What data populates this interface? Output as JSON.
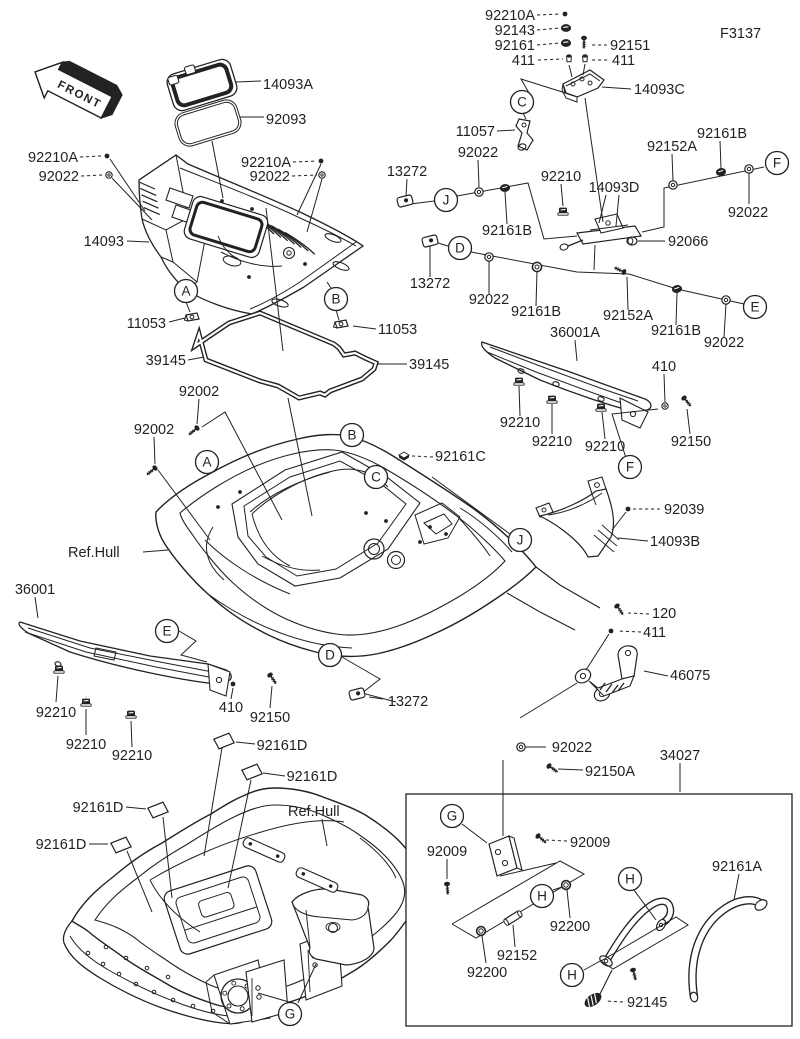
{
  "figure": {
    "code": "F3137",
    "front_label": "FRONT"
  },
  "labels": [
    {
      "text": "92210A"
    },
    {
      "text": "92143"
    },
    {
      "text": "92161"
    },
    {
      "text": "92151"
    },
    {
      "text": "411"
    },
    {
      "text": "411"
    },
    {
      "text": "F3137"
    },
    {
      "text": "14093C"
    },
    {
      "text": "11057"
    },
    {
      "text": "92022"
    },
    {
      "text": "13272"
    },
    {
      "text": "92210"
    },
    {
      "text": "14093D"
    },
    {
      "text": "92152A"
    },
    {
      "text": "92161B"
    },
    {
      "text": "92022"
    },
    {
      "text": "92066"
    },
    {
      "text": "92161B"
    },
    {
      "text": "92022"
    },
    {
      "text": "92161B"
    },
    {
      "text": "92152A"
    },
    {
      "text": "92161B"
    },
    {
      "text": "92022"
    },
    {
      "text": "13272"
    },
    {
      "text": "14093A"
    },
    {
      "text": "92093"
    },
    {
      "text": "92210A"
    },
    {
      "text": "92022"
    },
    {
      "text": "92210A"
    },
    {
      "text": "92022"
    },
    {
      "text": "14093"
    },
    {
      "text": "11053"
    },
    {
      "text": "11053"
    },
    {
      "text": "39145"
    },
    {
      "text": "39145"
    },
    {
      "text": "92002"
    },
    {
      "text": "92002"
    },
    {
      "text": "36001A"
    },
    {
      "text": "92210"
    },
    {
      "text": "92210"
    },
    {
      "text": "92210"
    },
    {
      "text": "410"
    },
    {
      "text": "92150"
    },
    {
      "text": "92161C"
    },
    {
      "text": "92039"
    },
    {
      "text": "14093B"
    },
    {
      "text": "Ref.Hull"
    },
    {
      "text": "36001"
    },
    {
      "text": "13272"
    },
    {
      "text": "120"
    },
    {
      "text": "411"
    },
    {
      "text": "46075"
    },
    {
      "text": "92210"
    },
    {
      "text": "92210"
    },
    {
      "text": "92210"
    },
    {
      "text": "410"
    },
    {
      "text": "92150"
    },
    {
      "text": "92161D"
    },
    {
      "text": "92161D"
    },
    {
      "text": "92161D"
    },
    {
      "text": "92161D"
    },
    {
      "text": "Ref.Hull"
    },
    {
      "text": "34027"
    },
    {
      "text": "92022"
    },
    {
      "text": "92150A"
    },
    {
      "text": "92009"
    },
    {
      "text": "92009"
    },
    {
      "text": "92200"
    },
    {
      "text": "92152"
    },
    {
      "text": "92200"
    },
    {
      "text": "92161A"
    },
    {
      "text": "92145"
    }
  ],
  "callouts": [
    {
      "letter": "A"
    },
    {
      "letter": "B"
    },
    {
      "letter": "C"
    },
    {
      "letter": "J"
    },
    {
      "letter": "D"
    },
    {
      "letter": "F"
    },
    {
      "letter": "E"
    },
    {
      "letter": "A"
    },
    {
      "letter": "B"
    },
    {
      "letter": "C"
    },
    {
      "letter": "F"
    },
    {
      "letter": "J"
    },
    {
      "letter": "E"
    },
    {
      "letter": "D"
    },
    {
      "letter": "G"
    },
    {
      "letter": "H"
    },
    {
      "letter": "H"
    },
    {
      "letter": "H"
    },
    {
      "letter": "G"
    }
  ]
}
